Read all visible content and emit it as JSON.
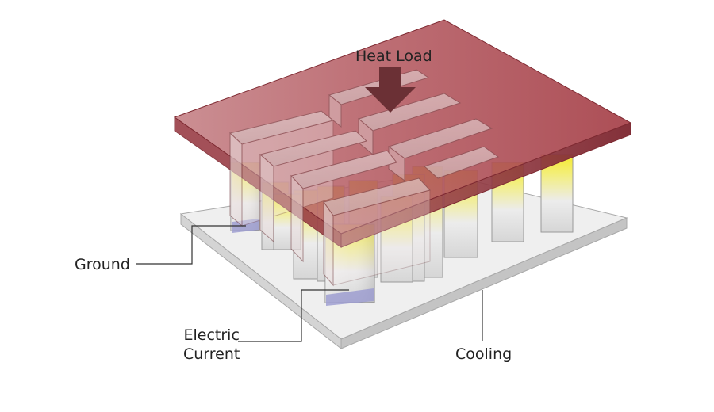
{
  "labels": {
    "heat_load": "Heat Load",
    "ground": "Ground",
    "electric_line1": "Electric",
    "electric_line2": "Current",
    "cooling": "Cooling"
  },
  "colors": {
    "plate_top": "#b1525a",
    "plate_front": "#8b3038",
    "plate_side": "#a9434b",
    "base_top": "#eeeeee",
    "base_edge": "#bfbfbf",
    "pillar": "#d8d8d8",
    "heat_glow": "#f3e81c",
    "arrow": "#6b3035",
    "leader": "#333333"
  }
}
